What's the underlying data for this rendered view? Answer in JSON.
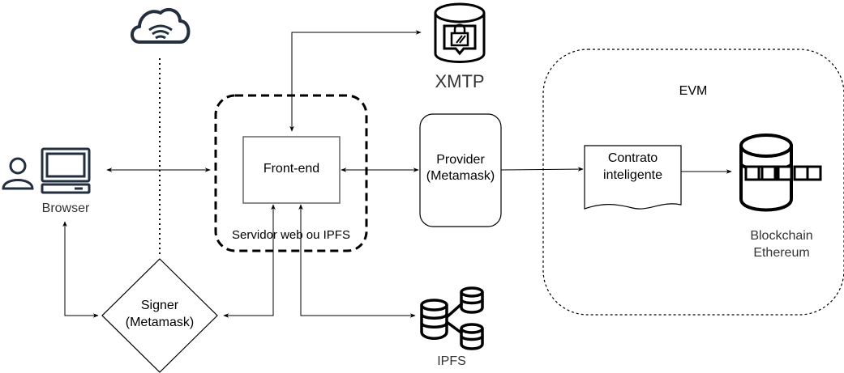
{
  "nodes": {
    "browser": {
      "label": "Browser"
    },
    "frontend": {
      "label": "Front-end"
    },
    "server_group": {
      "label": "Servidor web ou IPFS"
    },
    "xmtp": {
      "label": "XMTP"
    },
    "provider": {
      "label_line1": "Provider",
      "label_line2": "(Metamask)"
    },
    "evm": {
      "label": "EVM"
    },
    "contract": {
      "label_line1": "Contrato",
      "label_line2": "inteligente"
    },
    "blockchain": {
      "label_line1": "Blockchain",
      "label_line2": "Ethereum"
    },
    "signer": {
      "label_line1": "Signer",
      "label_line2": "(Metamask)"
    },
    "ipfs": {
      "label": "IPFS"
    }
  },
  "icons": {
    "cloud": "cloud-wifi-icon",
    "browser": "user-computer-icon",
    "xmtp": "database-lock-icon",
    "blockchain": "database-chain-icon",
    "ipfs": "distributed-database-icon"
  },
  "colors": {
    "stroke": "#000000",
    "icon_dark": "#232f3e",
    "label_dark": "#333333",
    "box_border": "#666666"
  }
}
